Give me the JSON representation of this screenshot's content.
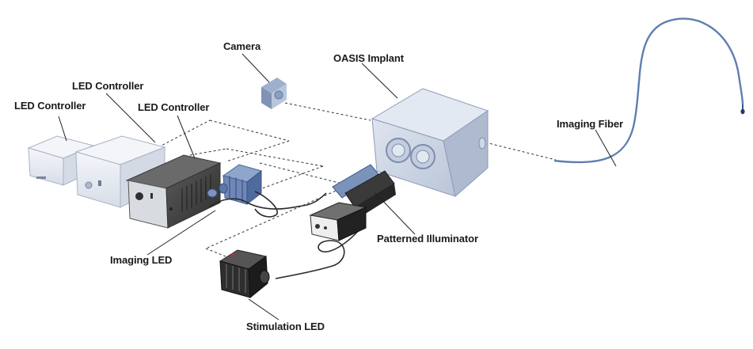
{
  "labels": {
    "camera": "Camera",
    "oasis_implant": "OASIS Implant",
    "led_controller_1": "LED Controller",
    "led_controller_2": "LED Controller",
    "led_controller_3": "LED Controller",
    "imaging_fiber": "Imaging Fiber",
    "patterned_illuminator": "Patterned Illuminator",
    "imaging_led": "Imaging LED",
    "stimulation_led": "Stimulation LED"
  },
  "colors": {
    "implant_fill": "#c9d3e4",
    "implant_top": "#dde4ef",
    "implant_side": "#aebad0",
    "controller_light": "#eef1f6",
    "controller_dark": "#4a4a4a",
    "fiber": "#5f7fb0",
    "cable": "#2b2b2b",
    "label_text": "#1a1a1a"
  }
}
